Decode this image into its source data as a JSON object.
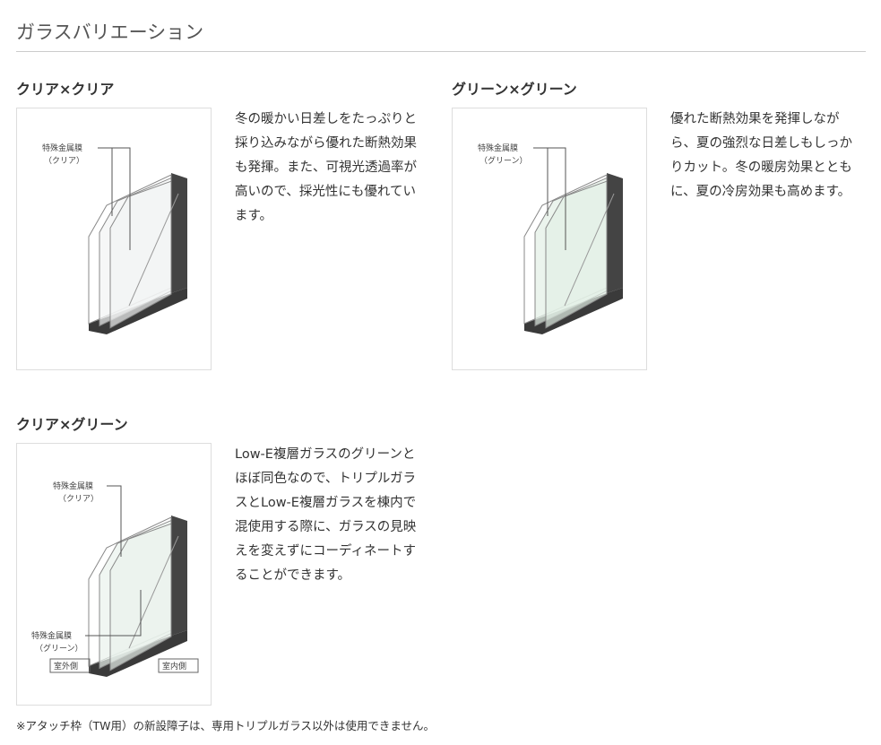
{
  "section_title": "ガラスバリエーション",
  "variants": [
    {
      "heading": "クリア×クリア",
      "description": "冬の暖かい日差しをたっぷりと採り込みながら優れた断熱効果も発揮。また、可視光透過率が高いので、採光性にも優れています。",
      "label1": "特殊金属膜",
      "label1_sub": "（クリア）",
      "tint": "#f2f4f4"
    },
    {
      "heading": "グリーン×グリーン",
      "description": "優れた断熱効果を発揮しながら、夏の強烈な日差しもしっかりカット。冬の暖房効果とともに、夏の冷房効果も高めます。",
      "label1": "特殊金属膜",
      "label1_sub": "（グリーン）",
      "tint": "#e3efe6"
    },
    {
      "heading": "クリア×グリーン",
      "description": "Low-E複層ガラスのグリーンとほぼ同色なので、トリプルガラスとLow-E複層ガラスを棟内で混使用する際に、ガラスの見映えを変えずにコーディネートすることができます。",
      "label1": "特殊金属膜",
      "label1_sub": "（クリア）",
      "label2": "特殊金属膜",
      "label2_sub": "（グリーン）",
      "outside": "室外側",
      "inside": "室内側",
      "tint": "#eaf2ec"
    }
  ],
  "footnote": "※アタッチ枠（TW用）の新設障子は、専用トリプルガラス以外は使用できません。"
}
